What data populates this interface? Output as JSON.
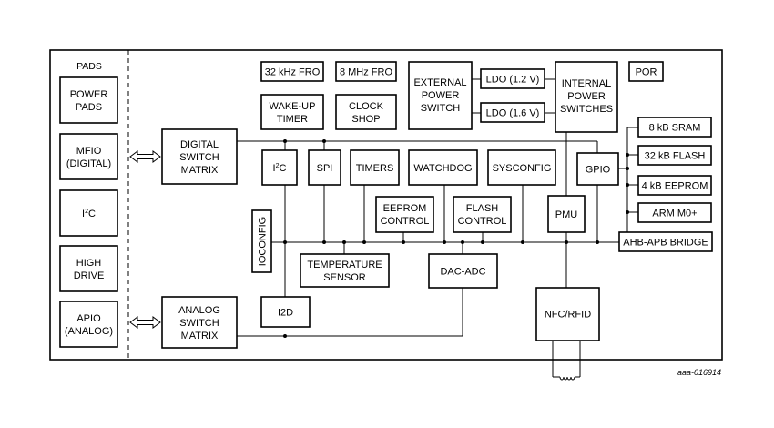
{
  "pads_title": "PADS",
  "blocks": {
    "power_pads": [
      "POWER",
      "PADS"
    ],
    "mfio": [
      "MFIO",
      "(DIGITAL)"
    ],
    "i2c_pad": [
      "I",
      "2",
      "C"
    ],
    "high_drive": [
      "HIGH",
      "DRIVE"
    ],
    "apio": [
      "APIO",
      "(ANALOG)"
    ],
    "digital_switch_matrix": [
      "DIGITAL",
      "SWITCH",
      "MATRIX"
    ],
    "analog_switch_matrix": [
      "ANALOG",
      "SWITCH",
      "MATRIX"
    ],
    "fro_32k": "32 kHz FRO",
    "fro_8m": "8 MHz FRO",
    "wakeup_timer": [
      "WAKE-UP",
      "TIMER"
    ],
    "clock_shop": [
      "CLOCK",
      "SHOP"
    ],
    "external_power_switch": [
      "EXTERNAL",
      "POWER",
      "SWITCH"
    ],
    "ldo_12": "LDO (1.2 V)",
    "ldo_16": "LDO (1.6 V)",
    "internal_power_switches": [
      "INTERNAL",
      "POWER",
      "SWITCHES"
    ],
    "por": "POR",
    "i2c_periph": [
      "I",
      "2",
      "C"
    ],
    "spi": "SPI",
    "timers": "TIMERS",
    "watchdog": "WATCHDOG",
    "sysconfig": "SYSCONFIG",
    "gpio": "GPIO",
    "sram": "8 kB SRAM",
    "flash32": "32 kB FLASH",
    "eeprom4": "4 kB EEPROM",
    "arm": "ARM M0+",
    "eeprom_control": [
      "EEPROM",
      "CONTROL"
    ],
    "flash_control": [
      "FLASH",
      "CONTROL"
    ],
    "pmu": "PMU",
    "ahb_apb_bridge": "AHB-APB BRIDGE",
    "ioconfig": "IOCONFIG",
    "temperature_sensor": [
      "TEMPERATURE",
      "SENSOR"
    ],
    "dac_adc": "DAC-ADC",
    "i2d": "I2D",
    "nfc_rfid": "NFC/RFID"
  },
  "figure_ref": "aaa-016914"
}
